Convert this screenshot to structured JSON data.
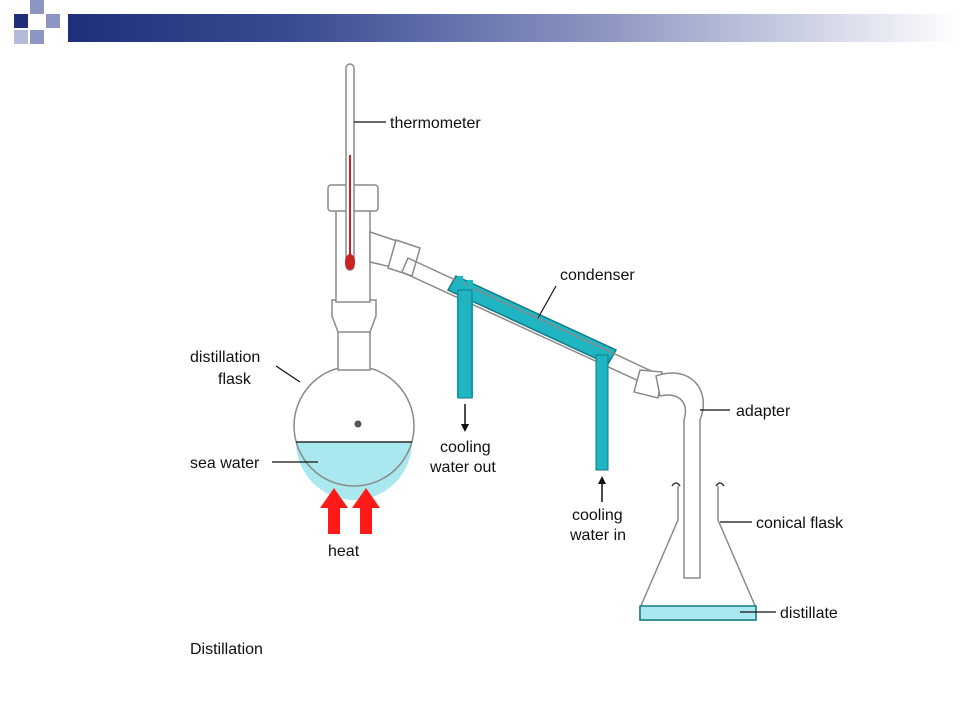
{
  "colors": {
    "title_bar_dark": "#1f2f7a",
    "logo_light": "#8d96c2",
    "water": "#a9e8ee",
    "coolant": "#1fb5c3",
    "heat_arrow": "#ff1a1a",
    "mercury": "#cc2222"
  },
  "labels": {
    "thermometer": "thermometer",
    "condenser": "condenser",
    "distillation_flask_line1": "distillation",
    "distillation_flask_line2": "flask",
    "sea_water": "sea water",
    "heat": "heat",
    "cooling_out_line1": "cooling",
    "cooling_out_line2": "water out",
    "cooling_in_line1": "cooling",
    "cooling_in_line2": "water in",
    "adapter": "adapter",
    "conical_flask": "conical flask",
    "distillate": "distillate"
  },
  "caption": "Distillation"
}
